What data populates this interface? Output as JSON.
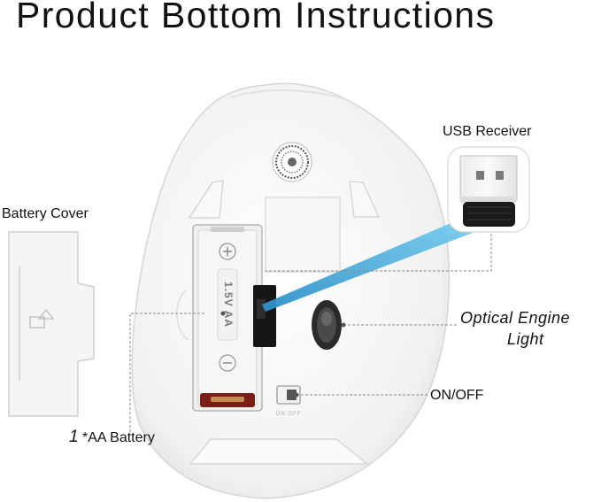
{
  "title": "Product Bottom Instructions",
  "labels": {
    "usb_receiver": "USB Receiver",
    "battery_cover": "Battery Cover",
    "optical_engine_line1": "Optical Engine",
    "optical_engine_line2": "Light",
    "on_off": "ON/OFF",
    "battery_count": "1",
    "battery_type": "*AA Battery"
  },
  "markings": {
    "battery_voltage": "1.5V AA",
    "switch_text": "ON OFF"
  },
  "colors": {
    "mouse_body": "#f4f4f4",
    "beam": "#48b3e0",
    "battery_terminal": "#7a1d14"
  }
}
